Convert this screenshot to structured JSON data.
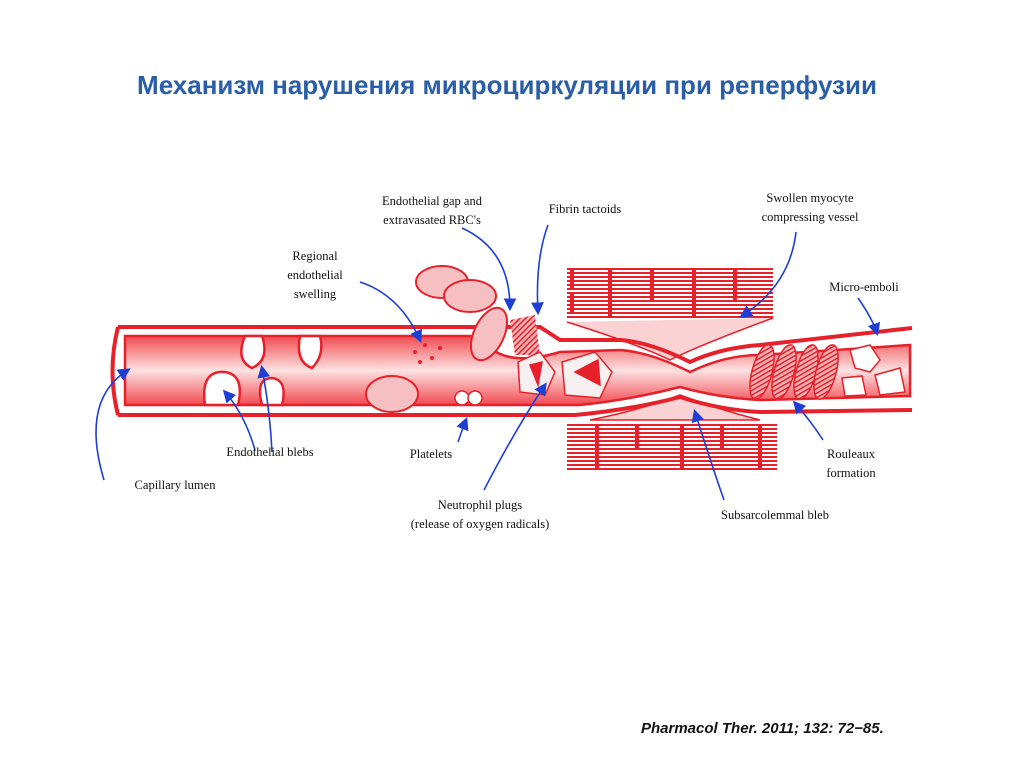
{
  "title": "Механизм нарушения микроциркуляции при реперфузии",
  "citation": "Pharmacol Ther. 2011; 132: 72−85.",
  "colors": {
    "title": "#2a5ea8",
    "vessel": "#e8202a",
    "arrow": "#1d3fd6"
  },
  "labels": {
    "endothelial_gap": [
      "Endothelial gap and",
      "extravasated RBC's"
    ],
    "fibrin": "Fibrin tactoids",
    "swollen_myocyte": [
      "Swollen myocyte",
      "compressing vessel"
    ],
    "regional_swelling": [
      "Regional",
      "endothelial",
      "swelling"
    ],
    "micro_emboli": "Micro-emboli",
    "endothelial_blebs": "Endothelial blebs",
    "platelets": "Platelets",
    "rouleaux": [
      "Rouleaux",
      "formation"
    ],
    "capillary_lumen": "Capillary lumen",
    "subsarcolemmal": "Subsarcolemmal bleb",
    "neutrophil": [
      "Neutrophil plugs",
      "(release of oxygen radicals)"
    ]
  }
}
